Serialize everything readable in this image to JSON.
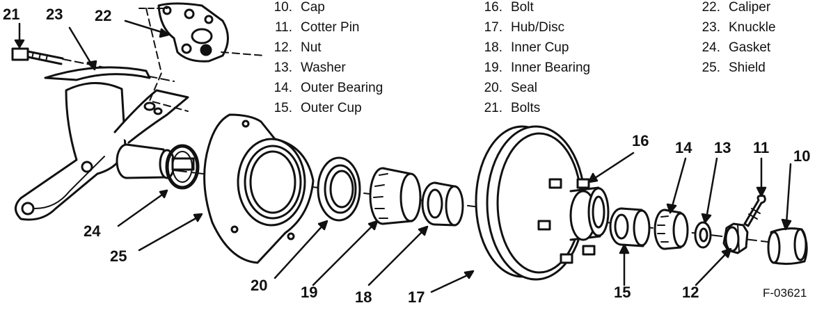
{
  "legend": [
    {
      "num": "10.",
      "label": "Cap"
    },
    {
      "num": "11.",
      "label": "Cotter Pin"
    },
    {
      "num": "12.",
      "label": "Nut"
    },
    {
      "num": "13.",
      "label": "Washer"
    },
    {
      "num": "14.",
      "label": "Outer Bearing"
    },
    {
      "num": "15.",
      "label": "Outer Cup"
    },
    {
      "num": "16.",
      "label": "Bolt"
    },
    {
      "num": "17.",
      "label": "Hub/Disc"
    },
    {
      "num": "18.",
      "label": "Inner Cup"
    },
    {
      "num": "19.",
      "label": "Inner Bearing"
    },
    {
      "num": "20.",
      "label": "Seal"
    },
    {
      "num": "21.",
      "label": "Bolts"
    },
    {
      "num": "22.",
      "label": "Caliper"
    },
    {
      "num": "23.",
      "label": "Knuckle"
    },
    {
      "num": "24.",
      "label": "Gasket"
    },
    {
      "num": "25.",
      "label": "Shield"
    }
  ],
  "callouts": {
    "c10": "10",
    "c11": "11",
    "c12": "12",
    "c13": "13",
    "c14": "14",
    "c15": "15",
    "c16": "16",
    "c17": "17",
    "c18": "18",
    "c19": "19",
    "c20": "20",
    "c21": "21",
    "c22": "22",
    "c23": "23",
    "c24": "24",
    "c25": "25"
  },
  "figure_code": "F-03621"
}
